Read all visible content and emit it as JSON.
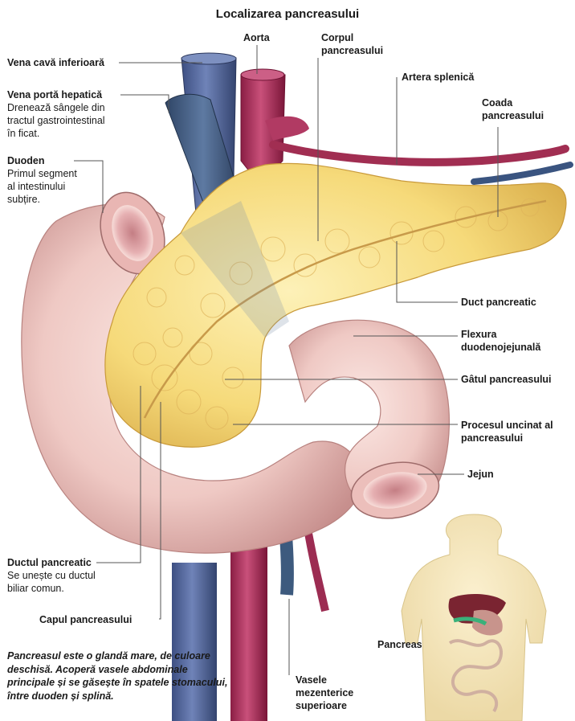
{
  "title": "Localizarea pancreasului",
  "labels": {
    "vena_cava": {
      "title": "Vena cavă inferioară"
    },
    "vena_porta": {
      "title": "Vena portă hepatică",
      "lines": [
        "Drenează sângele din",
        "tractul gastrointestinal",
        "în ficat."
      ]
    },
    "duoden": {
      "title": "Duoden",
      "lines": [
        "Primul segment",
        "al intestinului",
        "subțire."
      ]
    },
    "ductul_pancreatic": {
      "title": "Ductul pancreatic",
      "lines": [
        "Se unește cu ductul",
        "biliar comun."
      ]
    },
    "capul": {
      "title": "Capul pancreasului"
    },
    "aorta": {
      "title": "Aorta"
    },
    "corpul": {
      "title": "Corpul",
      "lines": [
        "pancreasului"
      ]
    },
    "artera": {
      "title": "Artera splenică"
    },
    "coada": {
      "title": "Coada",
      "lines": [
        "pancreasului"
      ]
    },
    "duct": {
      "title": "Duct pancreatic"
    },
    "flexura": {
      "title": "Flexura",
      "lines": [
        "duodenojejunală"
      ]
    },
    "gatul": {
      "title": "Gâtul pancreasului"
    },
    "procesul": {
      "title": "Procesul uncinat al",
      "lines": [
        "pancreasului"
      ]
    },
    "jejun": {
      "title": "Jejun"
    },
    "vasele": {
      "title": "Vasele",
      "lines": [
        "mezenterice",
        "superioare"
      ]
    },
    "pancreas_inset": {
      "title": "Pancreas"
    }
  },
  "caption": "Pancreasul este o glandă mare, de culoare deschisă. Acoperă vasele abdominale principale și se găsește în spatele stomacului, între duoden și splină."
}
